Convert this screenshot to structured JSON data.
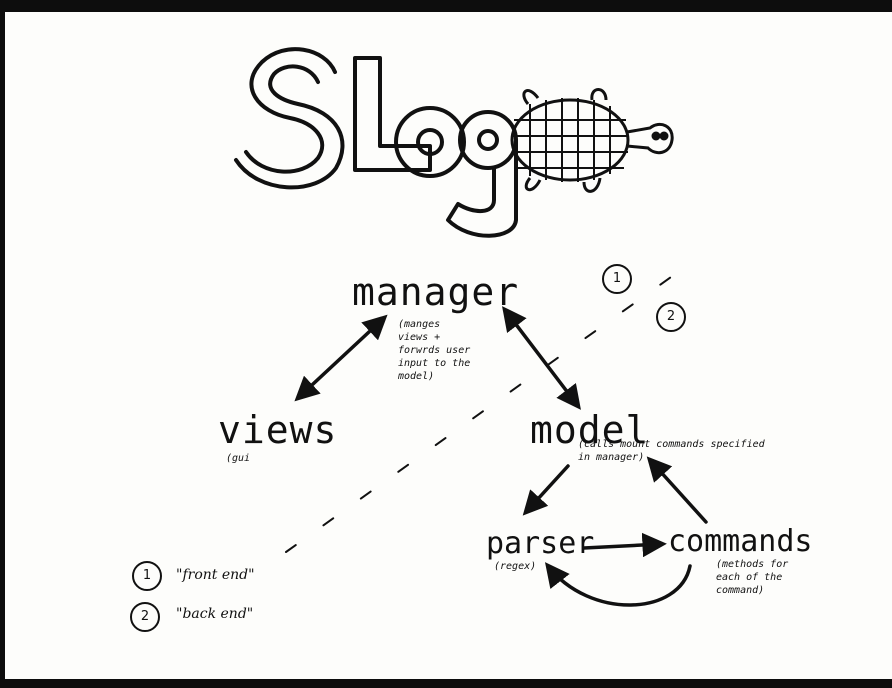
{
  "logo": {
    "text": "SLogo",
    "mascot": "turtle-icon"
  },
  "nodes": {
    "manager": {
      "label": "manager",
      "note": "(manges\nviews +\nforwrds user\ninput to the\nmodel)"
    },
    "views": {
      "label": "views",
      "note": "(gui"
    },
    "model": {
      "label": "model",
      "note": "(calls mount commands specified\nin manager)"
    },
    "parser": {
      "label": "parser",
      "note": "(regex)"
    },
    "commands": {
      "label": "commands",
      "note": "(methods for\neach of the\ncommand)"
    }
  },
  "regions": {
    "front": {
      "marker": "1"
    },
    "back": {
      "marker": "2"
    }
  },
  "legend": [
    {
      "marker": "1",
      "text": "\"front end\""
    },
    {
      "marker": "2",
      "text": "\"back end\""
    }
  ],
  "colors": {
    "ink": "#111111",
    "paper": "#fdfdfb",
    "border": "#0d0d0d"
  }
}
